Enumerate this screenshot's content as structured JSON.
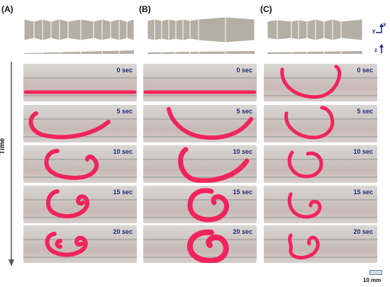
{
  "columns": [
    {
      "label": "(A)"
    },
    {
      "label": "(B)"
    },
    {
      "label": "(C)"
    }
  ],
  "times": [
    "0 sec",
    "5 sec",
    "10 sec",
    "15 sec",
    "20 sec"
  ],
  "axis_label": "Time",
  "coord_axes": {
    "x": "x",
    "y": "y",
    "z": "z"
  },
  "scale_bar": "10 mm",
  "colors": {
    "strip": "#f2245c",
    "schematic": "#b4aea4",
    "time_text": "#1f2a7a"
  }
}
